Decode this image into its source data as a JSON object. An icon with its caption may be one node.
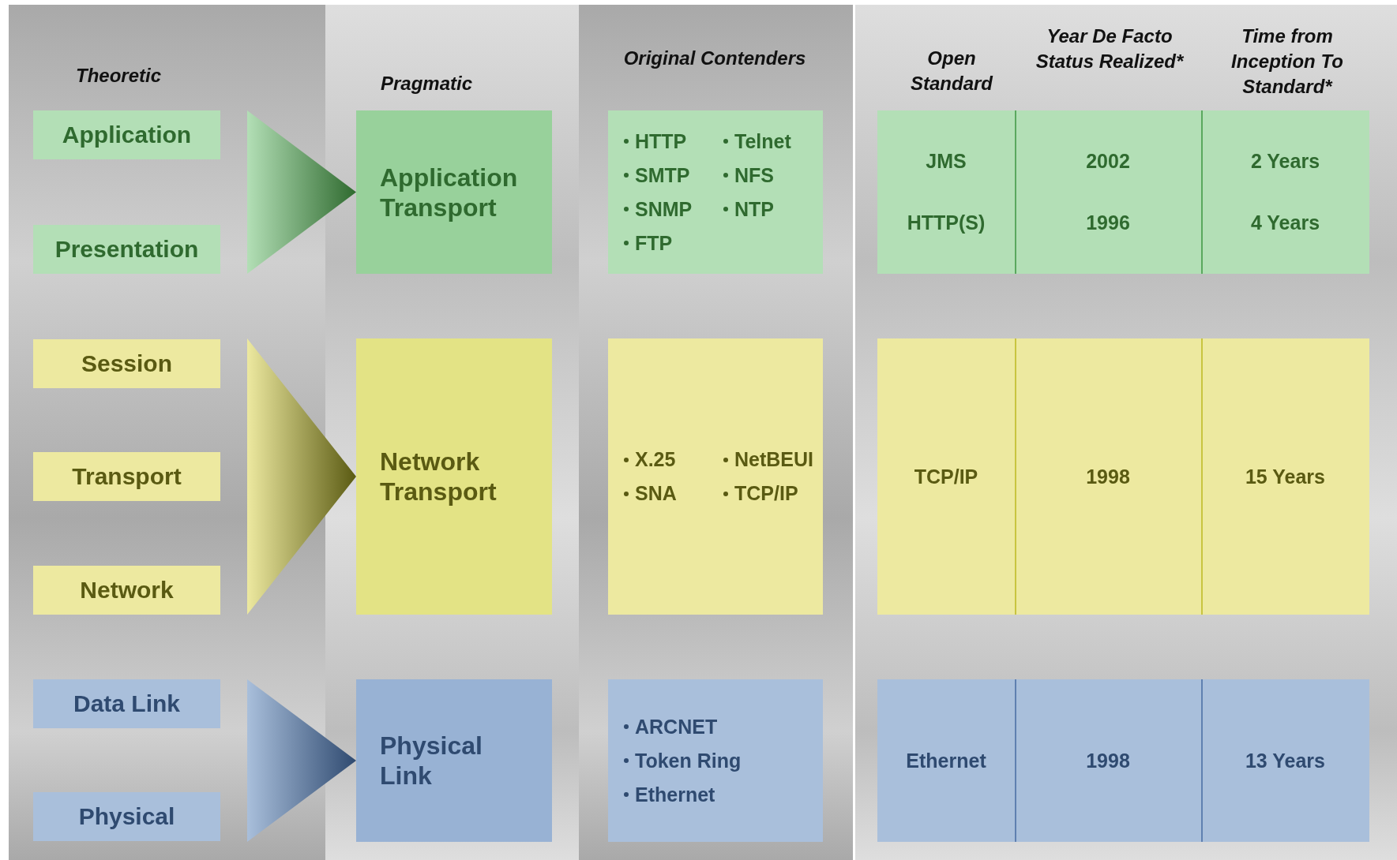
{
  "diagram": {
    "nodes": [
      {
        "text": [
          "Application"
        ]
      },
      {
        "text": [
          "Presentation"
        ]
      },
      {
        "text": [
          "Session"
        ]
      },
      {
        "text": [
          "Transport"
        ]
      },
      {
        "text": [
          "Network"
        ]
      },
      {
        "text": [
          "Data Link"
        ]
      },
      {
        "text": [
          "Physical"
        ]
      },
      {
        "text": [
          "Application Transport"
        ]
      },
      {
        "text": [
          "Network Transport"
        ]
      },
      {
        "text": [
          "Physical Link"
        ]
      },
      {
        "text": [
          "HTTP",
          "Telnet",
          "SMTP",
          "NFS",
          "SNMP",
          "NTP",
          "FTP"
        ]
      },
      {
        "text": [
          "X.25",
          "NetBEUI",
          "SNA",
          "TCP/IP"
        ]
      },
      {
        "text": [
          "ARCNET",
          "Token Ring",
          "Ethernet"
        ]
      },
      {
        "text": [
          "JMS",
          "2002",
          "2 Years",
          "HTTP(S)",
          "1996",
          "4 Years"
        ]
      },
      {
        "text": [
          "TCP/IP",
          "1998",
          "15 Years"
        ]
      },
      {
        "text": [
          "Ethernet",
          "1998",
          "13 Years"
        ]
      }
    ],
    "edges": [
      {
        "from": 0,
        "to": 7,
        "arrow": "to"
      },
      {
        "from": 1,
        "to": 7,
        "arrow": "to"
      },
      {
        "from": 2,
        "to": 8,
        "arrow": "to"
      },
      {
        "from": 3,
        "to": 8,
        "arrow": "to"
      },
      {
        "from": 4,
        "to": 8,
        "arrow": "to"
      },
      {
        "from": 5,
        "to": 9,
        "arrow": "to"
      },
      {
        "from": 6,
        "to": 9,
        "arrow": "to"
      }
    ],
    "labels": [
      "Theoretic",
      "Pragmatic",
      "Original Contenders",
      "Open Standard",
      "Year De Facto Status Realized*",
      "Time from Inception To Standard*"
    ]
  }
}
